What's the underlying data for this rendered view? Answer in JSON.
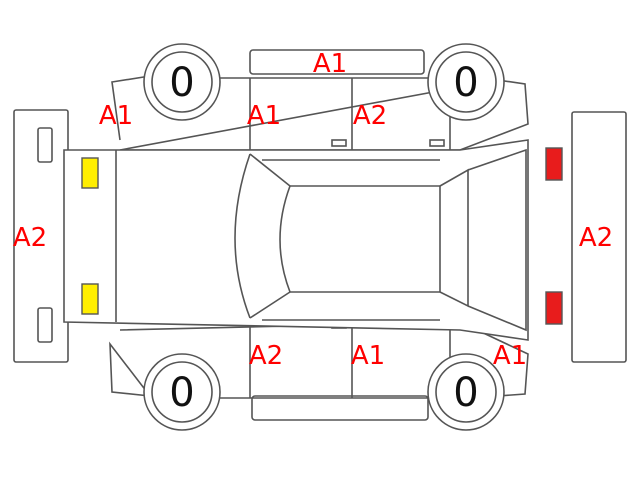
{
  "wheels": {
    "front_left": "0",
    "rear_left": "0",
    "front_right": "0",
    "rear_right": "0"
  },
  "codes": {
    "roof_top": "A1",
    "front_fender_top": "A1",
    "front_door_top": "A1",
    "rear_door_top": "A2",
    "front_bumper": "A2",
    "rear_bumper": "A2",
    "front_door_bottom": "A2",
    "rear_door_bottom": "A1",
    "rear_fender_bottom": "A1"
  },
  "colors": {
    "code_text": "#ff0000",
    "headlight": "#ffee00",
    "taillight": "#e81c1c",
    "outline": "#555555"
  }
}
